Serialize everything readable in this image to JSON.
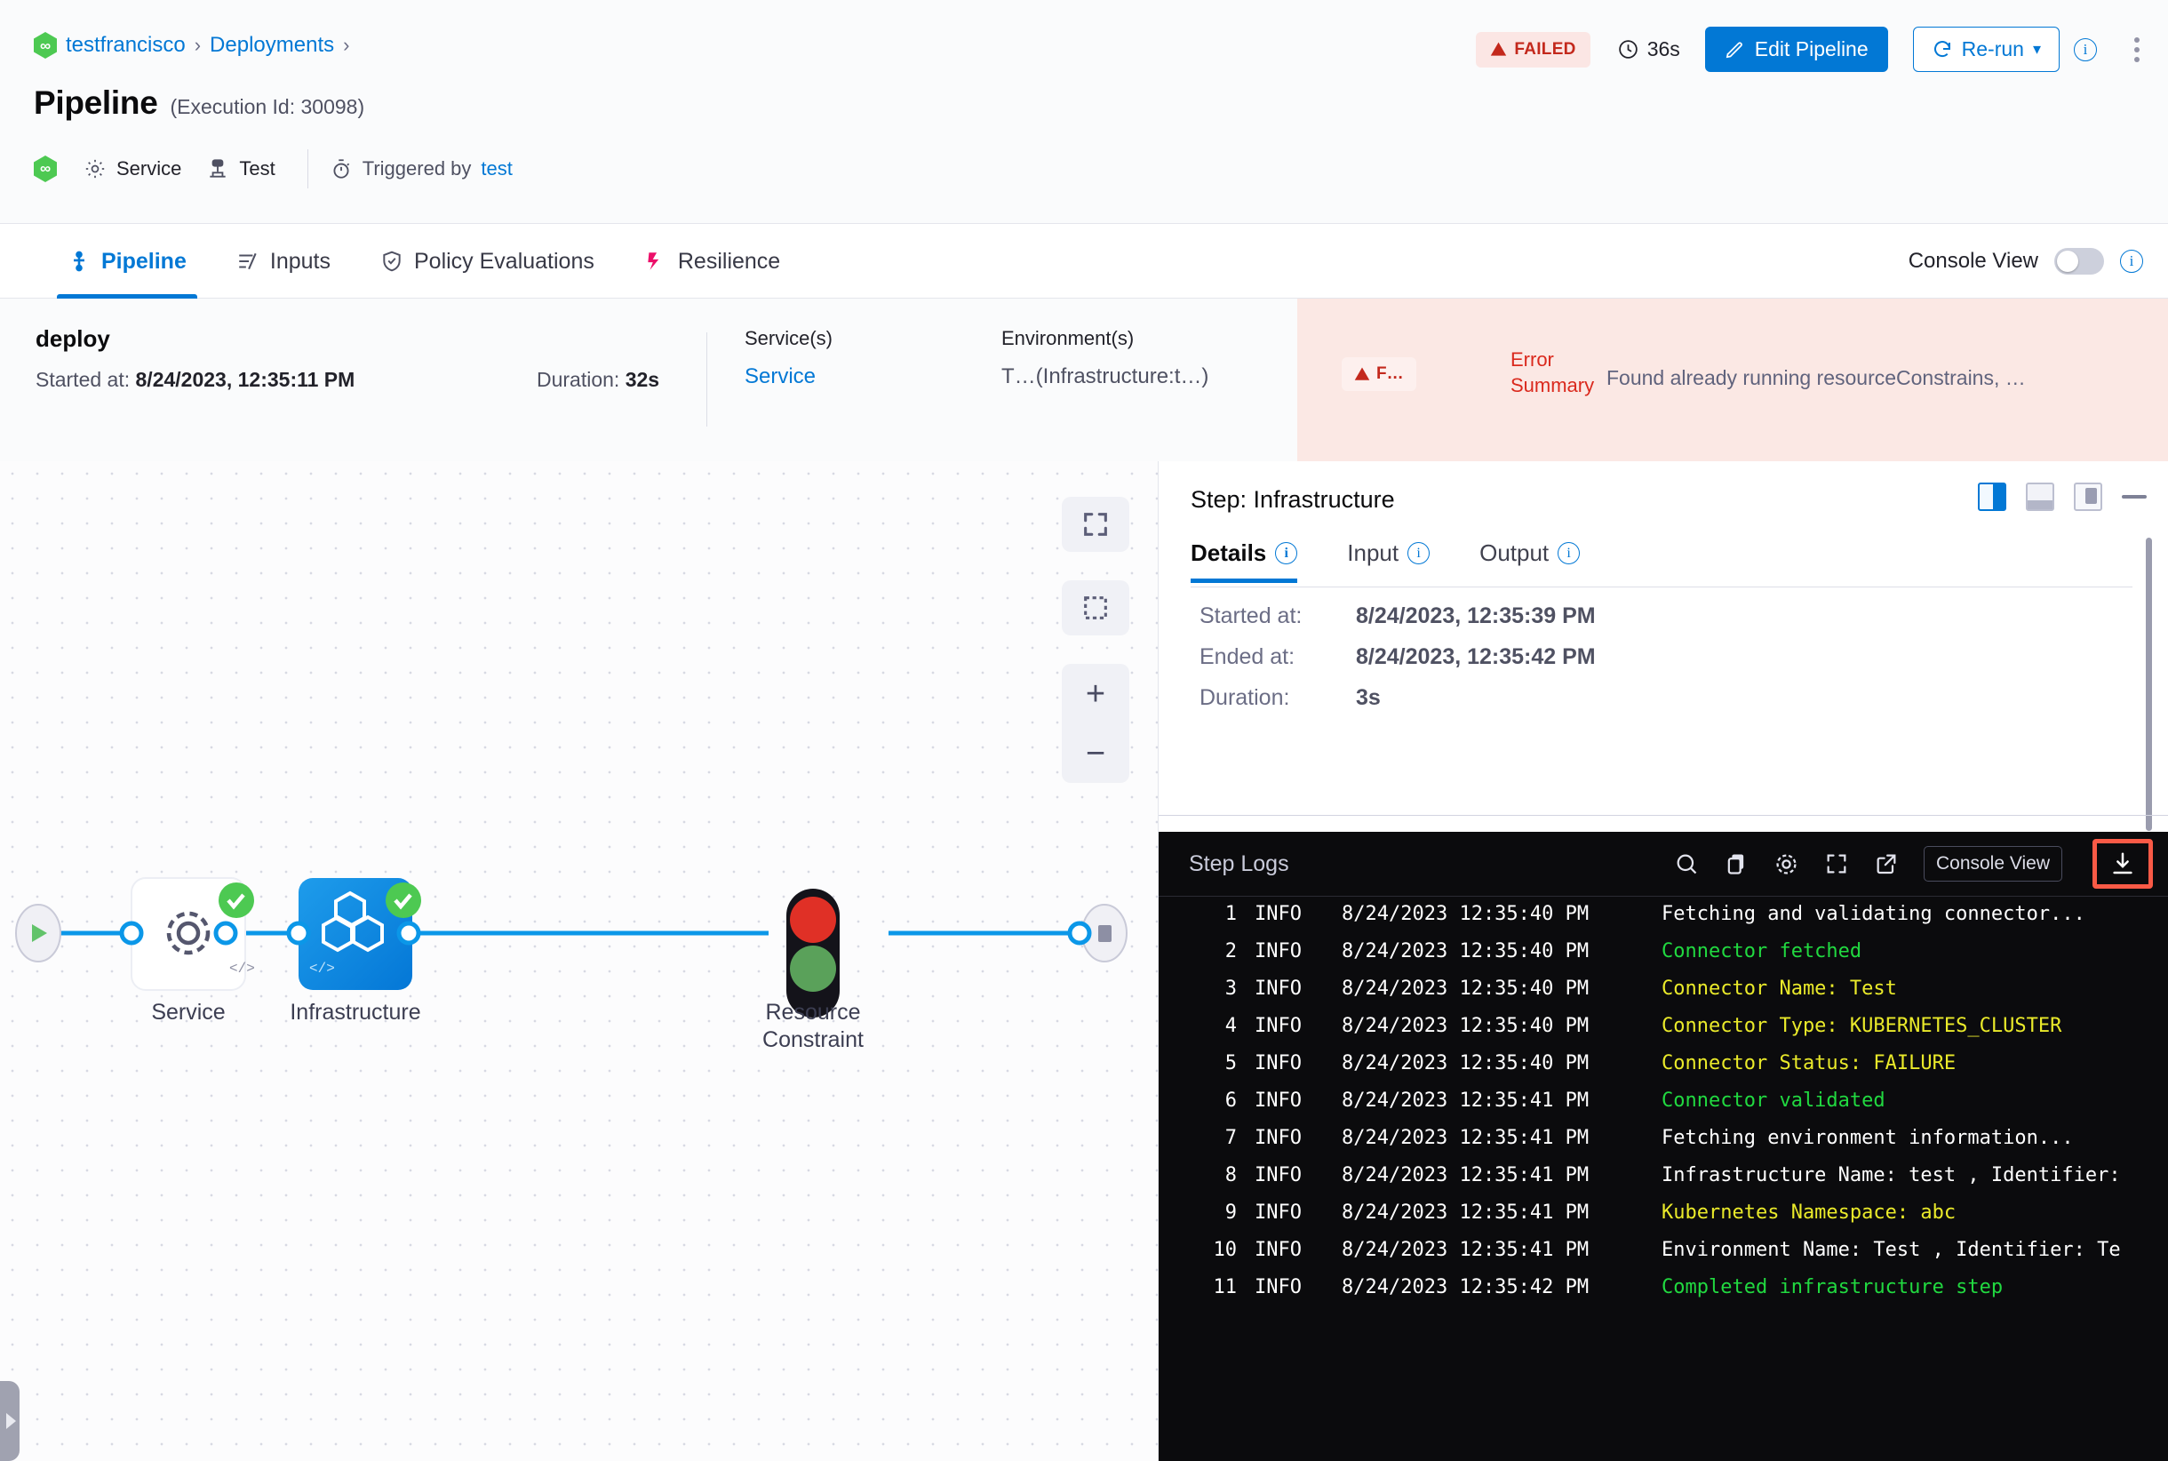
{
  "breadcrumb": {
    "logo_icon": "harness-logo-icon",
    "items": [
      "testfrancisco",
      "Deployments"
    ],
    "separator": "›"
  },
  "header": {
    "title": "Pipeline",
    "execution_id": "(Execution Id: 30098)",
    "meta": {
      "service_icon": "gear-icon",
      "service": "Service",
      "test_icon": "infrastructure-icon",
      "test": "Test",
      "trigger_icon": "stopwatch-icon",
      "triggered_by_label": "Triggered by",
      "triggered_by_user": "test"
    },
    "actions": {
      "status_badge": "FAILED",
      "status_icon": "warning-triangle-icon",
      "duration_icon": "clock-icon",
      "duration": "36s",
      "edit_label": "Edit Pipeline",
      "edit_icon": "pencil-icon",
      "rerun_label": "Re-run",
      "rerun_icon": "refresh-icon",
      "rerun_caret": "▾",
      "info_icon": "info-icon",
      "kebab_icon": "more-vertical-icon"
    },
    "colors": {
      "accent": "#0278d5",
      "failed": "#c3281c",
      "failed_bg": "#fbe6e4",
      "success_green": "#4dc952"
    }
  },
  "tabs": {
    "items": [
      {
        "label": "Pipeline",
        "icon": "pipeline-icon",
        "active": true
      },
      {
        "label": "Inputs",
        "icon": "inputs-icon",
        "active": false
      },
      {
        "label": "Policy Evaluations",
        "icon": "shield-check-icon",
        "active": false
      },
      {
        "label": "Resilience",
        "icon": "resilience-icon",
        "active": false
      }
    ],
    "console_view_label": "Console View",
    "console_view_on": false,
    "info_icon": "info-icon"
  },
  "stage": {
    "name": "deploy",
    "started_label": "Started at:",
    "started_value": "8/24/2023, 12:35:11 PM",
    "duration_label": "Duration:",
    "duration_value": "32s",
    "services_label": "Service(s)",
    "services_value": "Service",
    "environments_label": "Environment(s)",
    "environments_value": "T…(Infrastructure:t…)",
    "error": {
      "chip": "F…",
      "chip_icon": "warning-triangle-icon",
      "summary_label": "Error Summary",
      "summary_text": "Found already running resourceConstrains, …"
    }
  },
  "canvas": {
    "tools": {
      "fullscreen_icon": "fullscreen-icon",
      "select_icon": "marquee-select-icon",
      "zoom_in": "+",
      "zoom_out": "−"
    },
    "collapse_handle_icon": "chevron-right-icon",
    "nodes": [
      {
        "label": "Service",
        "icon": "gear-icon",
        "status": "success",
        "kind": "white-card"
      },
      {
        "label": "Infrastructure",
        "icon": "hexagons-icon",
        "status": "success",
        "kind": "blue-card",
        "selected": true
      },
      {
        "label": "Resource Constraint",
        "icon": "traffic-light-icon",
        "status": "none",
        "kind": "icon-only"
      }
    ],
    "start_icon": "play-icon",
    "end_icon": "stop-icon"
  },
  "step_panel": {
    "title": "Step: Infrastructure",
    "modes": [
      {
        "name": "split-right-icon",
        "active": true
      },
      {
        "name": "split-bottom-icon",
        "active": false
      },
      {
        "name": "float-icon",
        "active": false
      },
      {
        "name": "minimize-icon",
        "active": false
      }
    ],
    "tabs": [
      {
        "label": "Details",
        "active": true,
        "info_icon": "info-icon"
      },
      {
        "label": "Input",
        "active": false,
        "info_icon": "info-icon"
      },
      {
        "label": "Output",
        "active": false,
        "info_icon": "info-icon"
      }
    ],
    "details": [
      {
        "key": "Started at:",
        "value": "8/24/2023, 12:35:39 PM"
      },
      {
        "key": "Ended at:",
        "value": "8/24/2023, 12:35:42 PM"
      },
      {
        "key": "Duration:",
        "value": "3s"
      }
    ]
  },
  "logs": {
    "title": "Step Logs",
    "actions": [
      {
        "name": "search-icon"
      },
      {
        "name": "copy-icon"
      },
      {
        "name": "gear-icon"
      },
      {
        "name": "fullscreen-icon"
      },
      {
        "name": "open-external-icon"
      }
    ],
    "console_view_label": "Console View",
    "download_icon": "download-icon",
    "download_highlighted": true,
    "highlight_color": "#fa5a46",
    "lines": [
      {
        "n": "1",
        "level": "INFO",
        "time": "8/24/2023 12:35:40 PM",
        "msg": "Fetching and validating connector...",
        "color": "white"
      },
      {
        "n": "2",
        "level": "INFO",
        "time": "8/24/2023 12:35:40 PM",
        "msg": "Connector fetched",
        "color": "green"
      },
      {
        "n": "3",
        "level": "INFO",
        "time": "8/24/2023 12:35:40 PM",
        "msg": "Connector Name: Test",
        "color": "yellow"
      },
      {
        "n": "4",
        "level": "INFO",
        "time": "8/24/2023 12:35:40 PM",
        "msg": "Connector Type: KUBERNETES_CLUSTER",
        "color": "yellow"
      },
      {
        "n": "5",
        "level": "INFO",
        "time": "8/24/2023 12:35:40 PM",
        "msg": "Connector Status: FAILURE",
        "color": "yellow"
      },
      {
        "n": "6",
        "level": "INFO",
        "time": "8/24/2023 12:35:41 PM",
        "msg": "Connector validated",
        "color": "green"
      },
      {
        "n": "7",
        "level": "INFO",
        "time": "8/24/2023 12:35:41 PM",
        "msg": "Fetching environment information...",
        "color": "white"
      },
      {
        "n": "8",
        "level": "INFO",
        "time": "8/24/2023 12:35:41 PM",
        "msg": "Infrastructure Name: test , Identifier:",
        "color": "white"
      },
      {
        "n": "9",
        "level": "INFO",
        "time": "8/24/2023 12:35:41 PM",
        "msg": "Kubernetes Namespace: abc",
        "color": "yellow"
      },
      {
        "n": "10",
        "level": "INFO",
        "time": "8/24/2023 12:35:41 PM",
        "msg": "Environment Name: Test , Identifier: Te",
        "color": "white"
      },
      {
        "n": "11",
        "level": "INFO",
        "time": "8/24/2023 12:35:42 PM",
        "msg": "Completed infrastructure step",
        "color": "green"
      }
    ]
  }
}
